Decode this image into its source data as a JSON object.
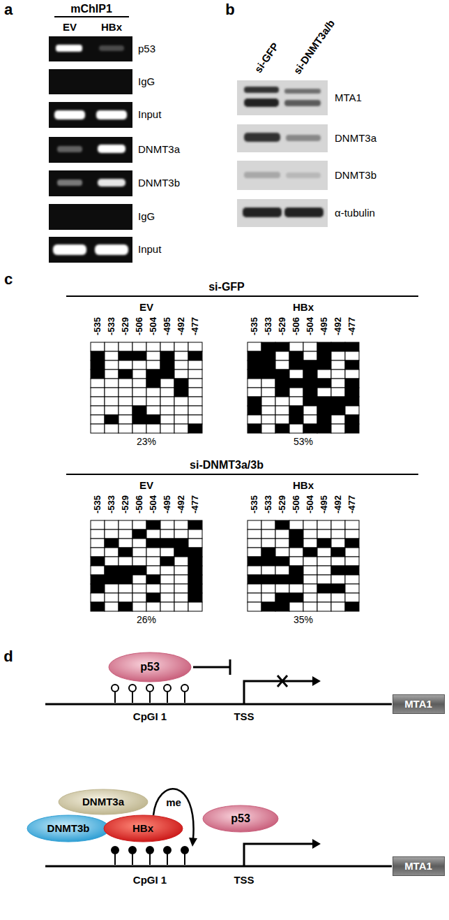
{
  "diagram": {
    "nodes": [
      {
        "text": [
          "p53"
        ]
      },
      {
        "text": [
          "MTA1"
        ]
      },
      {
        "text": [
          "DNMT3a"
        ]
      },
      {
        "text": [
          "DNMT3b"
        ]
      },
      {
        "text": [
          "HBx"
        ]
      },
      {
        "text": [
          "p53"
        ]
      },
      {
        "text": [
          "MTA1"
        ]
      }
    ],
    "labels": [
      "a",
      "mChIP1",
      "EV",
      "HBx",
      "p53",
      "IgG",
      "Input",
      "DNMT3a",
      "DNMT3b",
      "IgG",
      "Input",
      "b",
      "si-GFP",
      "si-DNMT3a/b",
      "MTA1",
      "DNMT3a",
      "DNMT3b",
      "α-tubulin",
      "c",
      "si-GFP",
      "EV",
      "HBx",
      "-535",
      "-533",
      "-529",
      "-506",
      "-504",
      "-495",
      "-492",
      "-477",
      "-535",
      "-533",
      "-529",
      "-506",
      "-504",
      "-495",
      "-492",
      "-477",
      "23%",
      "53%",
      "si-DNMT3a/3b",
      "EV",
      "HBx",
      "-535",
      "-533",
      "-529",
      "-506",
      "-504",
      "-495",
      "-492",
      "-477",
      "-535",
      "-533",
      "-529",
      "-506",
      "-504",
      "-495",
      "-492",
      "-477",
      "26%",
      "35%",
      "d",
      "CpGI 1",
      "TSS",
      "me",
      "CpGI 1",
      "TSS"
    ]
  }
}
